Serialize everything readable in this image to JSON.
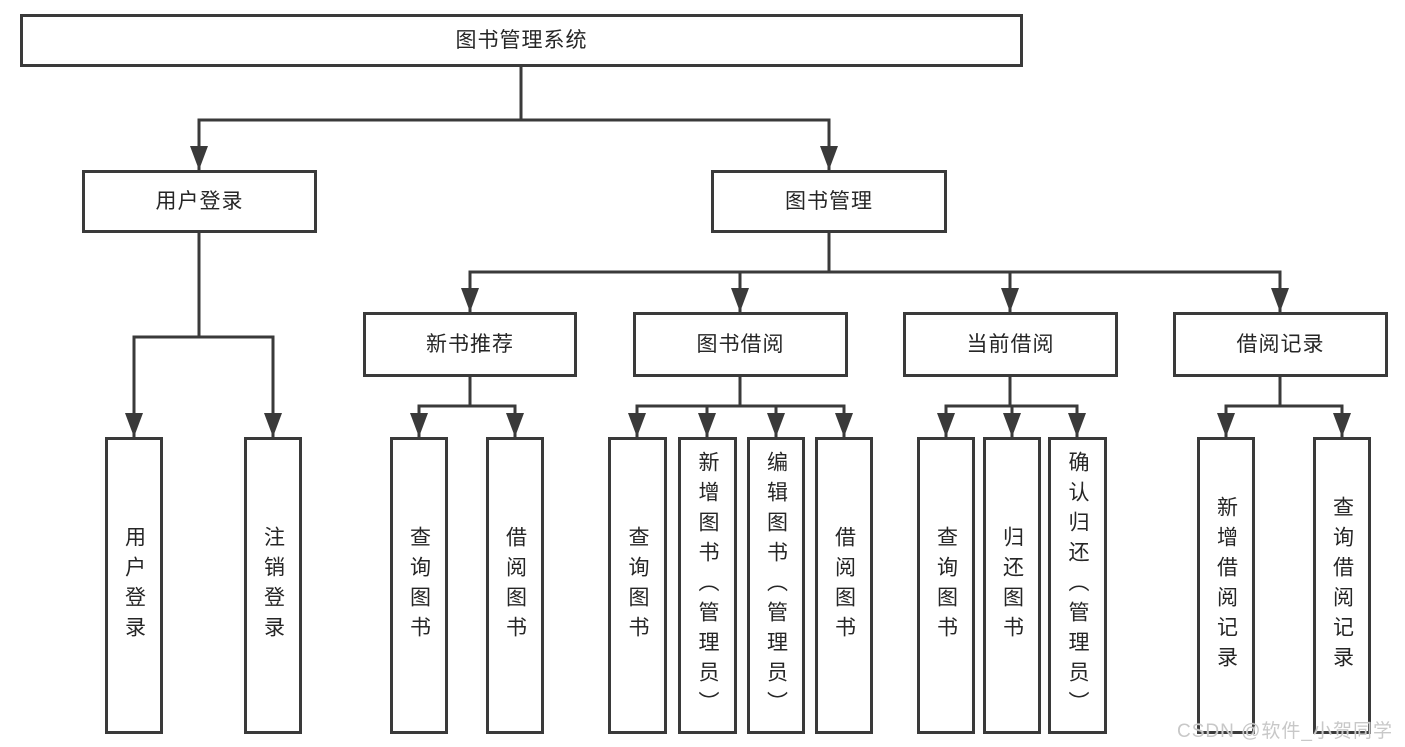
{
  "diagram": {
    "title": "图书管理系统",
    "tree": {
      "label": "图书管理系统",
      "children": [
        {
          "label": "用户登录",
          "children": [
            {
              "label": "用户登录"
            },
            {
              "label": "注销登录"
            }
          ]
        },
        {
          "label": "图书管理",
          "children": [
            {
              "label": "新书推荐",
              "children": [
                {
                  "label": "查询图书"
                },
                {
                  "label": "借阅图书"
                }
              ]
            },
            {
              "label": "图书借阅",
              "children": [
                {
                  "label": "查询图书"
                },
                {
                  "label": "新增图书（管理员）"
                },
                {
                  "label": "编辑图书（管理员）"
                },
                {
                  "label": "借阅图书"
                }
              ]
            },
            {
              "label": "当前借阅",
              "children": [
                {
                  "label": "查询图书"
                },
                {
                  "label": "归还图书"
                },
                {
                  "label": "确认归还（管理员）"
                }
              ]
            },
            {
              "label": "借阅记录",
              "children": [
                {
                  "label": "新增借阅记录"
                },
                {
                  "label": "查询借阅记录"
                }
              ]
            }
          ]
        }
      ]
    },
    "watermark": "CSDN @软件_小贺同学",
    "colors": {
      "line": "#3a3a3a",
      "box_border": "#3a3a3a",
      "box_background": "#ffffff",
      "text": "#262626",
      "watermark": "#c8c8c8",
      "background": "#ffffff"
    }
  }
}
